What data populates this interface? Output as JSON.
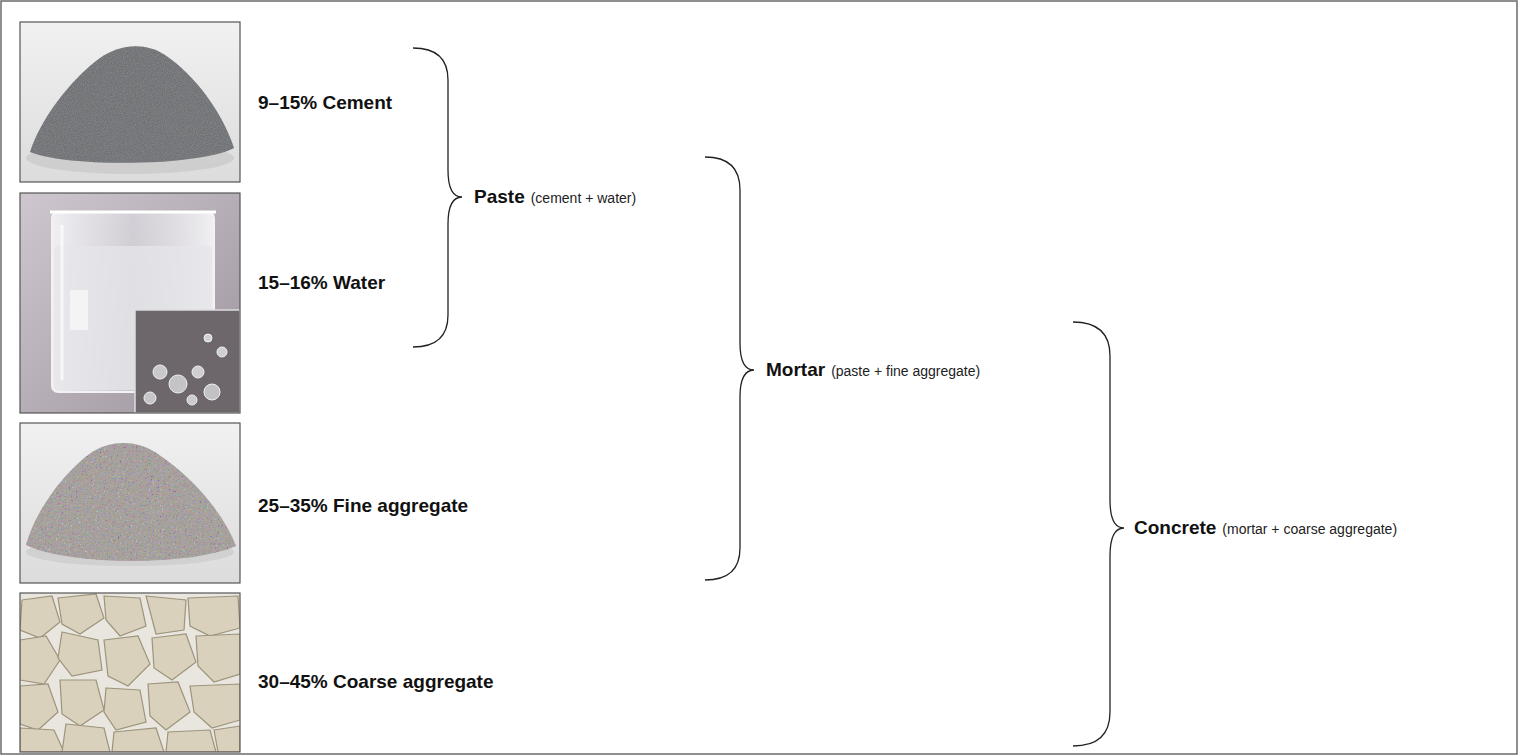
{
  "diagram": {
    "labels": [
      "9–15% Cement",
      "15–16% Water",
      "25–35% Fine aggregate",
      "30–45% Coarse aggregate",
      "Paste",
      "(cement + water)",
      "Mortar",
      "(paste + fine aggregate)",
      "Concrete",
      "(mortar + coarse aggregate)"
    ]
  }
}
